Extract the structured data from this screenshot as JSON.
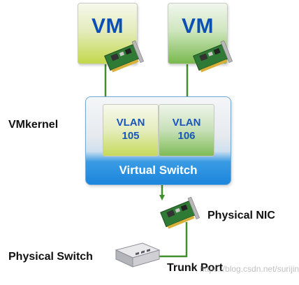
{
  "vms": [
    {
      "label": "VM",
      "color": "#c3d84a"
    },
    {
      "label": "VM",
      "color": "#79b94d"
    }
  ],
  "vmkernel_label": "VMkernel",
  "virtual_switch": {
    "title": "Virtual Switch",
    "vlans": [
      {
        "name": "VLAN",
        "id": "105"
      },
      {
        "name": "VLAN",
        "id": "106"
      }
    ]
  },
  "physical_nic_label": "Physical NIC",
  "physical_switch_label": "Physical Switch",
  "trunk_port_label": "Trunk Port",
  "watermark": "https://blog.csdn.net/surijing",
  "colors": {
    "link": "#3f8f2a",
    "label_blue": "#0b4fb3",
    "switch_blue": "#1b86dd"
  },
  "icons": [
    "nic-card-icon",
    "physical-switch-icon"
  ]
}
